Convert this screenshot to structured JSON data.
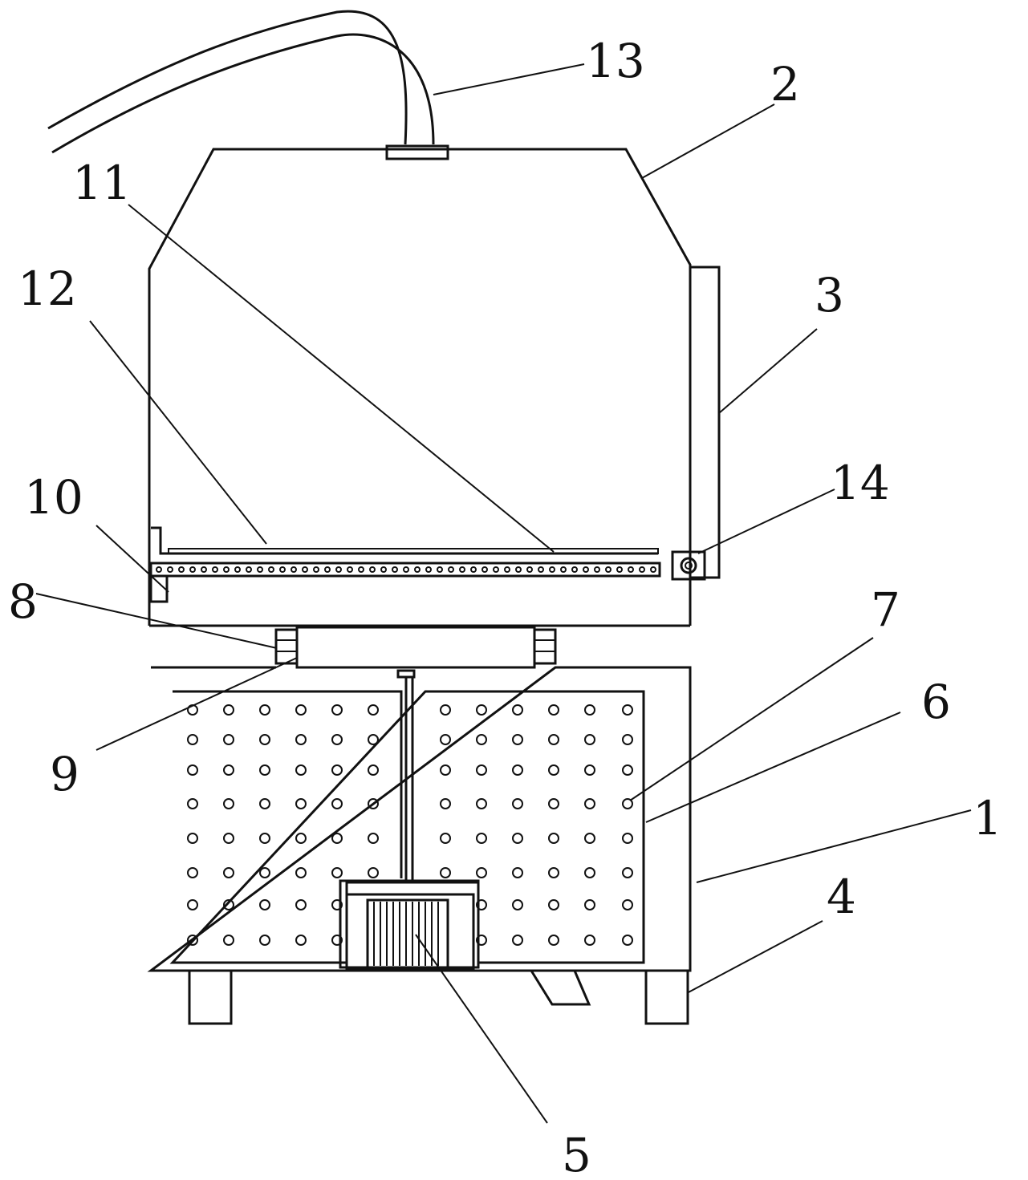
{
  "labels": [
    {
      "key": "l13",
      "text": "13"
    },
    {
      "key": "l2",
      "text": "2"
    },
    {
      "key": "l11",
      "text": "11"
    },
    {
      "key": "l12",
      "text": "12"
    },
    {
      "key": "l3",
      "text": "3"
    },
    {
      "key": "l14",
      "text": "14"
    },
    {
      "key": "l10",
      "text": "10"
    },
    {
      "key": "l8",
      "text": "8"
    },
    {
      "key": "l7",
      "text": "7"
    },
    {
      "key": "l6",
      "text": "6"
    },
    {
      "key": "l9",
      "text": "9"
    },
    {
      "key": "l1",
      "text": "1"
    },
    {
      "key": "l4",
      "text": "4"
    },
    {
      "key": "l5",
      "text": "5"
    }
  ]
}
